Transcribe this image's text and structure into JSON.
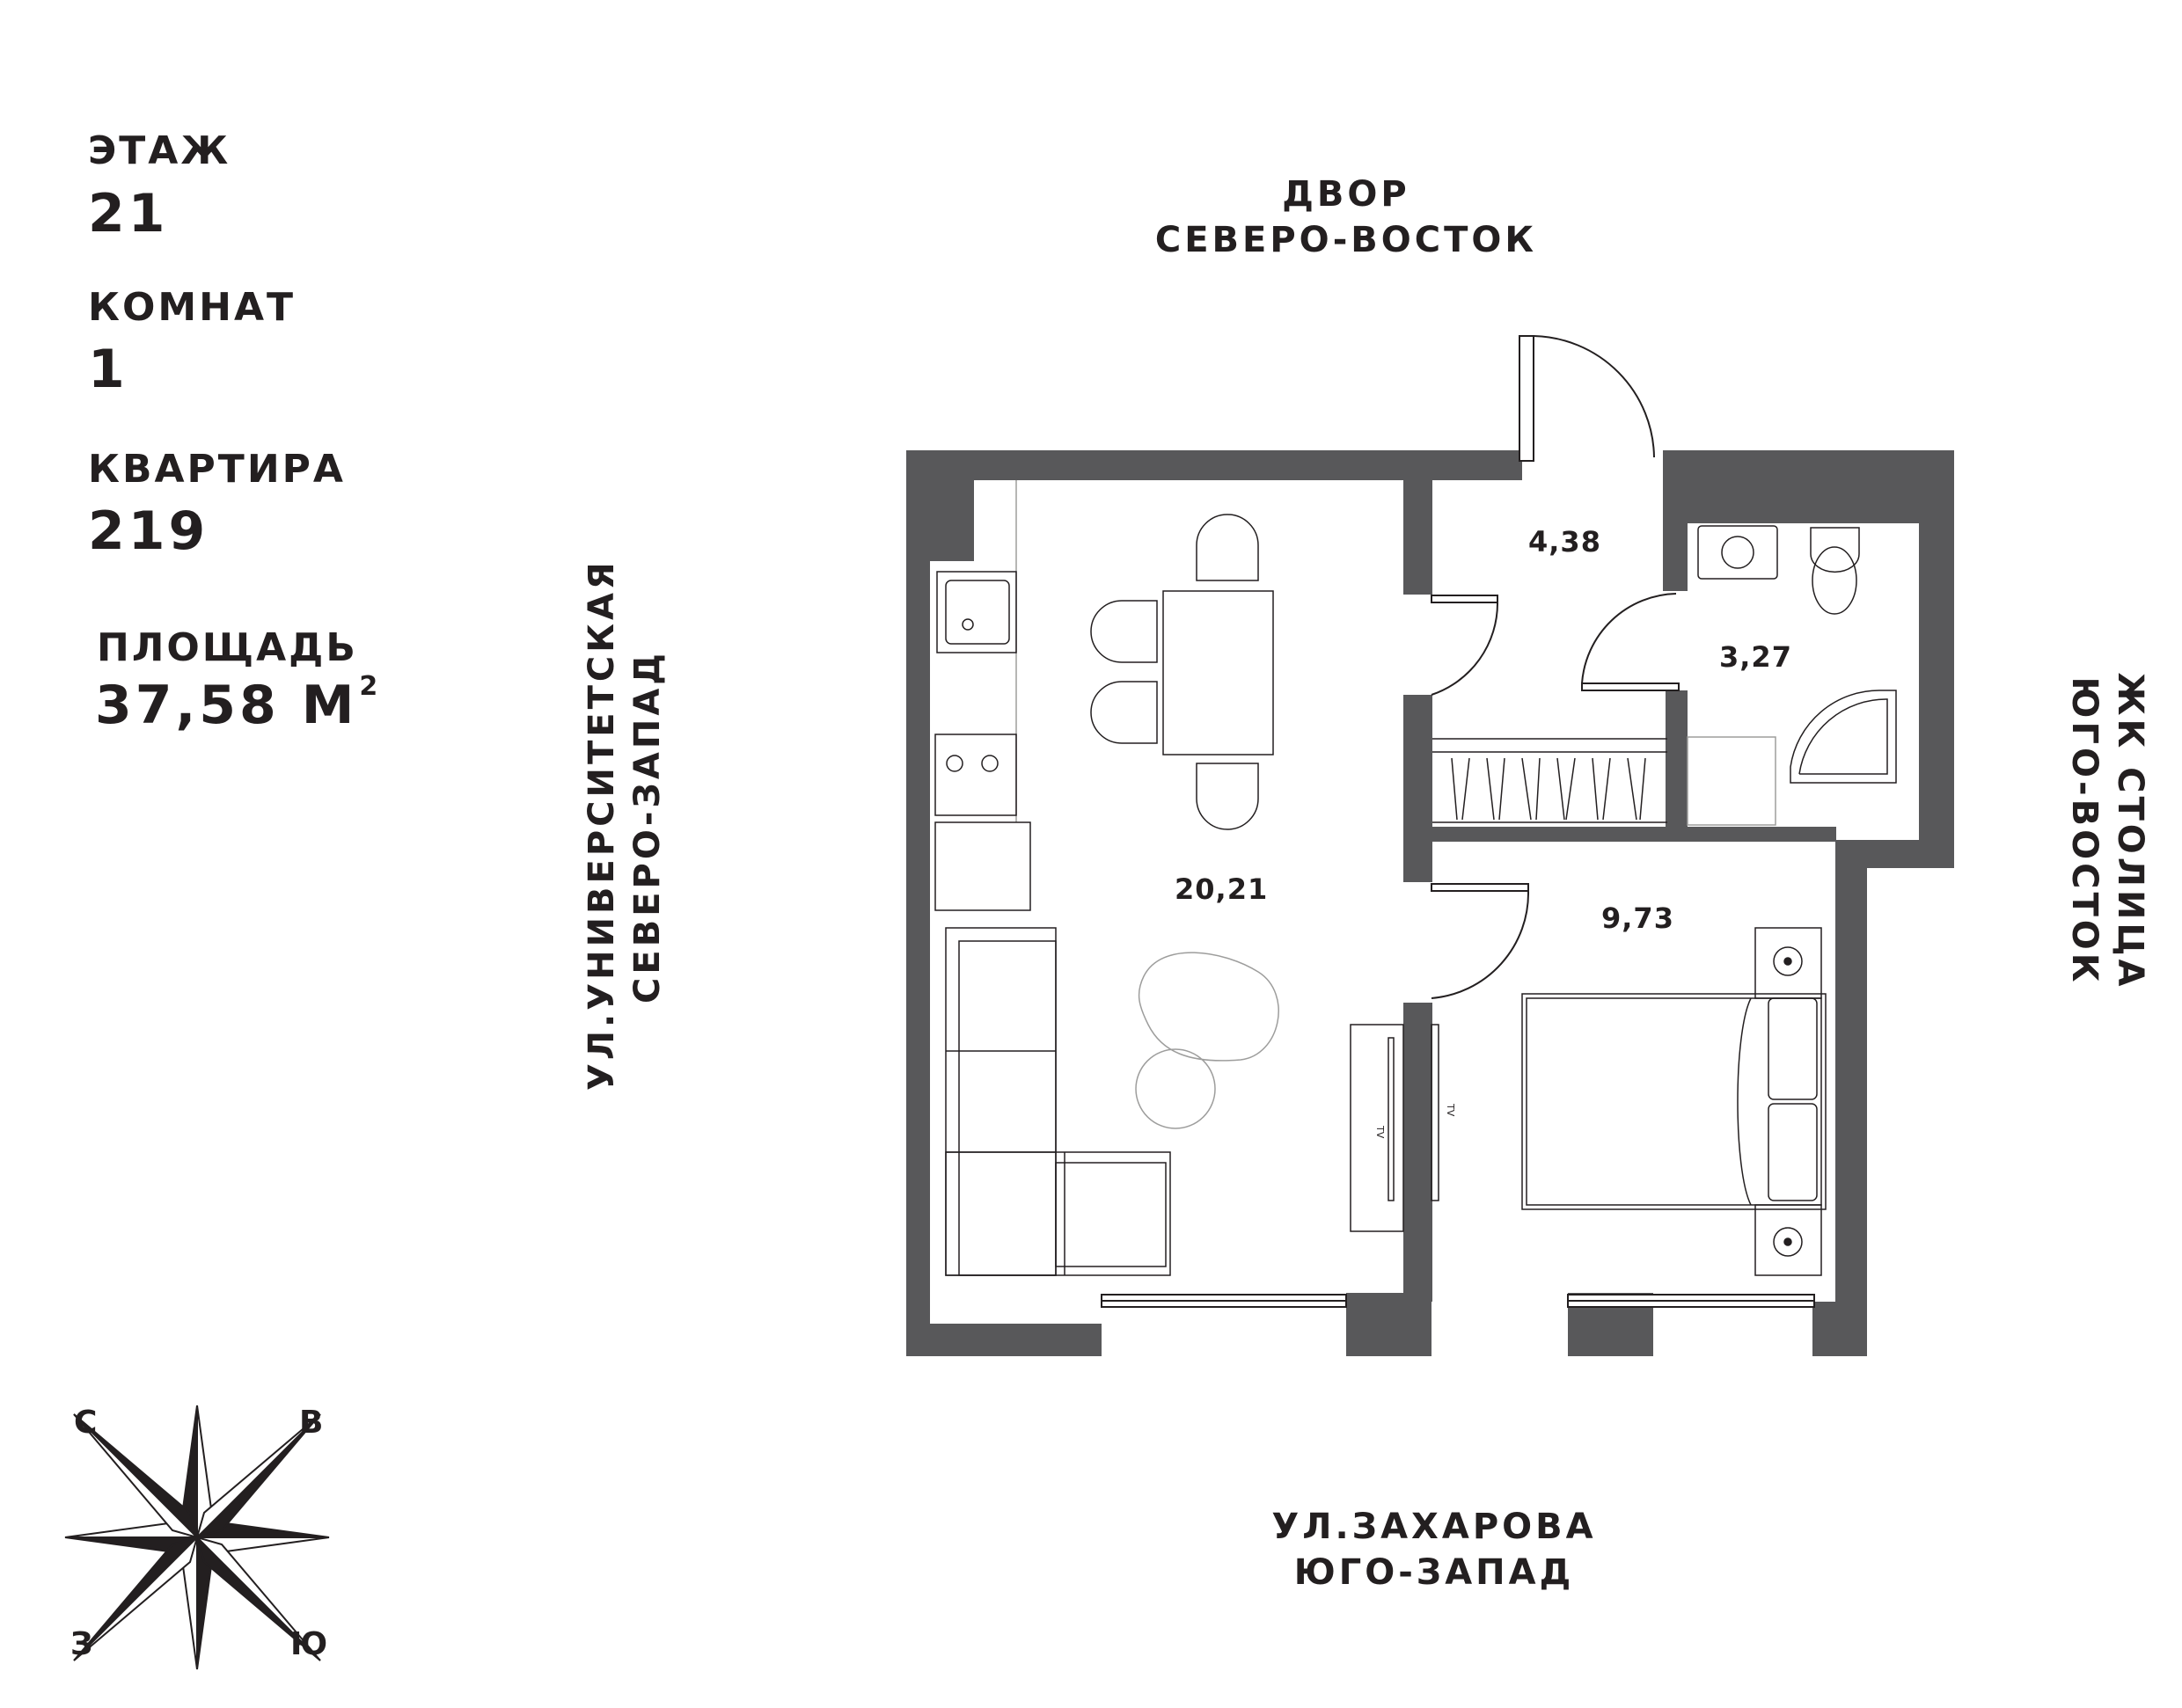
{
  "info": {
    "floor_label": "ЭТАЖ",
    "floor_value": "21",
    "rooms_label": "КОМНАТ",
    "rooms_value": "1",
    "apartment_label": "КВАРТИРА",
    "apartment_value": "219",
    "area_label": "ПЛОЩАДЬ",
    "area_value": "37,58",
    "area_unit": "М",
    "area_unit_sup": "2"
  },
  "orientation": {
    "top_line1": "ДВОР",
    "top_line2": "СЕВЕРО-ВОСТОК",
    "bottom_line1": "УЛ.ЗАХАРОВА",
    "bottom_line2": "ЮГО-ЗАПАД",
    "left_line1": "УЛ.УНИВЕРСИТЕТСКАЯ",
    "left_line2": "СЕВЕРО-ЗАПАД",
    "right_line1": "ЖК СТОЛИЦА",
    "right_line2": "ЮГО-ВОСТОК"
  },
  "rooms": {
    "living": "20,21",
    "hall": "4,38",
    "bathroom": "3,27",
    "bedroom": "9,73"
  },
  "tv_label": "TV",
  "compass": {
    "n": "С",
    "e": "В",
    "w": "З",
    "s": "Ю"
  },
  "colors": {
    "wall": "#58585a",
    "line": "#231f20",
    "furniture": "#9d9d9c"
  }
}
